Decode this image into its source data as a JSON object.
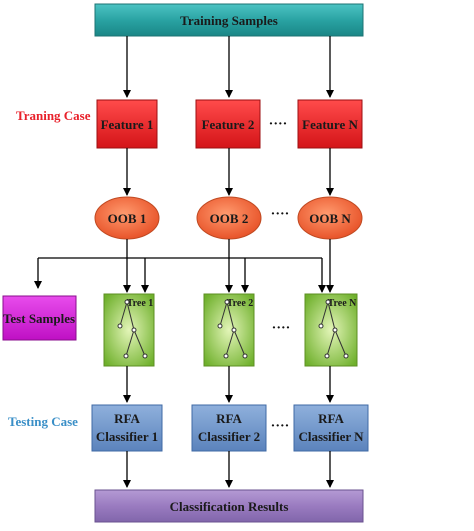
{
  "diagram": {
    "top_box": "Training Samples",
    "bottom_box": "Classification Results",
    "training_case_label": "Traning Case",
    "testing_case_label": "Testing Case",
    "test_samples": "Test Samples",
    "features": [
      "Feature 1",
      "Feature 2",
      "Feature N"
    ],
    "oobs": [
      "OOB 1",
      "OOB 2",
      "OOB N"
    ],
    "trees": [
      "Tree 1",
      "Tree 2",
      "Tree N"
    ],
    "classifiers": [
      {
        "line1": "RFA",
        "line2": "Classifier 1"
      },
      {
        "line1": "RFA",
        "line2": "Classifier 2"
      },
      {
        "line1": "RFA",
        "line2": "Classifier N"
      }
    ],
    "ellipsis": "····",
    "colors": {
      "training_case": "#e8202a",
      "testing_case": "#3a8fc7",
      "feature": "#e8262b",
      "oob": "#f26b3a",
      "tree": "#88c540",
      "classifier": "#6d93c8",
      "test_samples": "#d21bd6",
      "top_box": "#2aa3a3",
      "bottom_box": "#9a7bc0"
    }
  }
}
